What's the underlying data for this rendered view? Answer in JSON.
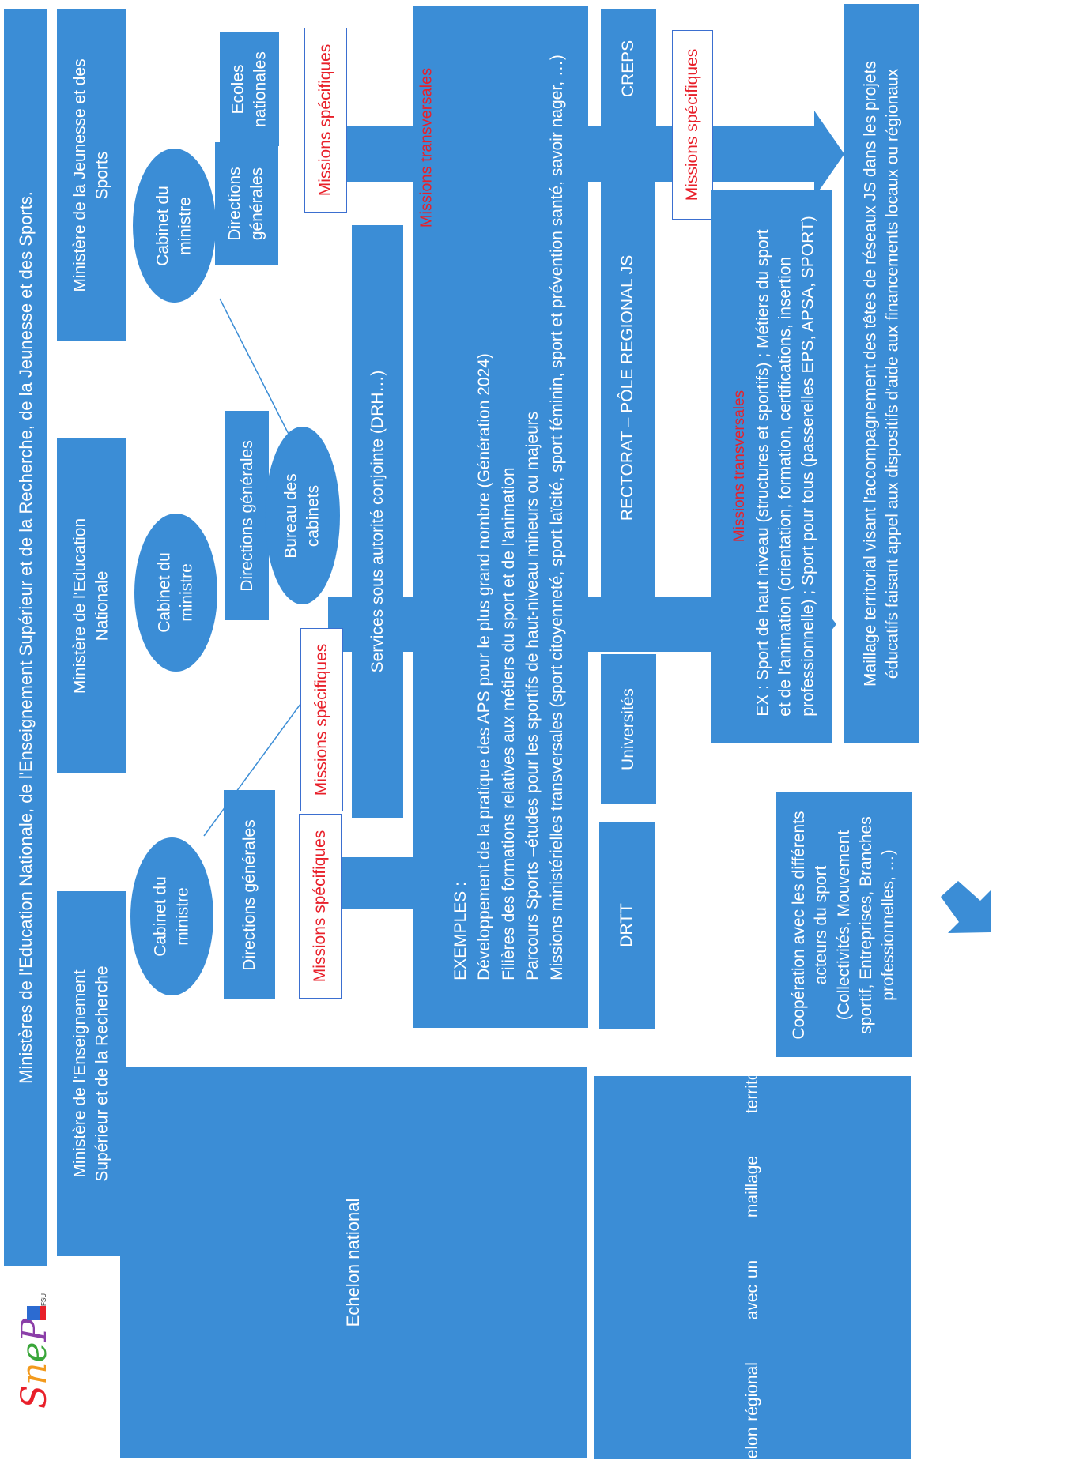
{
  "title": "Ministères de l'Education Nationale, de l'Enseignement Supérieur et de la Recherche, de la Jeunesse et des Sports.",
  "logo_text": "SNEP FSU",
  "ministries": {
    "mesr": [
      "Ministère de l'Enseignement",
      "Supérieur et de la Recherche"
    ],
    "men": [
      "Ministère de l'Education",
      "Nationale"
    ],
    "mjs": [
      "Ministère de la Jeunesse et des",
      "Sports"
    ]
  },
  "cabinet": [
    "Cabinet du",
    "ministre"
  ],
  "directions_generales": "Directions générales",
  "directions_generales_split": [
    "Directions",
    "générales"
  ],
  "ecoles_nationales": [
    "Ecoles",
    "nationales"
  ],
  "bureau_des_cabinets": [
    "Bureau des",
    "cabinets"
  ],
  "services": "Services sous autorité conjointe (DRH…)",
  "missions_specifiques": "Missions spécifiques",
  "missions_transversales": "Missions transversales",
  "examples": {
    "heading": "EXEMPLES :",
    "lines": [
      "Développement de la pratique des APS pour le plus grand nombre (Génération 2024)",
      "Filières des formations relatives aux métiers du sport et de l'animation",
      "Parcours Sports –études pour les sportifs de haut-niveau mineurs ou majeurs",
      "Missions ministérielles transversales (sport citoyenneté, sport laïcité, sport féminin, sport et prévention santé, savoir nager, …)"
    ]
  },
  "regional": {
    "drtt": "DRTT",
    "universites": "Universités",
    "rectorat": "RECTORAT – PÔLE REGIONAL JS",
    "creps": "CREPS"
  },
  "transversales_ex": [
    "EX : Sport de haut niveau (structures et sportifs) ;  Métiers du sport",
    "et de l'animation (orientation, formation, certifications, insertion",
    "professionnelle) ; Sport pour tous (passerelles EPS, APSA,  SPORT)"
  ],
  "maillage": [
    "Maillage territorial visant l'accompagnement des têtes de  réseaux JS dans les projets",
    "éducatifs faisant appel aux dispositifs d'aide aux financements locaux ou régionaux"
  ],
  "cooperation": [
    "Coopération avec les différents",
    "acteurs du sport",
    "(Collectivités, Mouvement",
    "sportif, Entreprises, Branches",
    "professionnelles, …)"
  ],
  "echelon_national": "Echelon national",
  "echelon_regional": [
    "Echelon régional",
    "avec  un",
    "maillage",
    "territorial"
  ],
  "colors": {
    "block": "#3b8dd6",
    "label_text": "#e8202a",
    "label_border": "#3b6fd0"
  }
}
